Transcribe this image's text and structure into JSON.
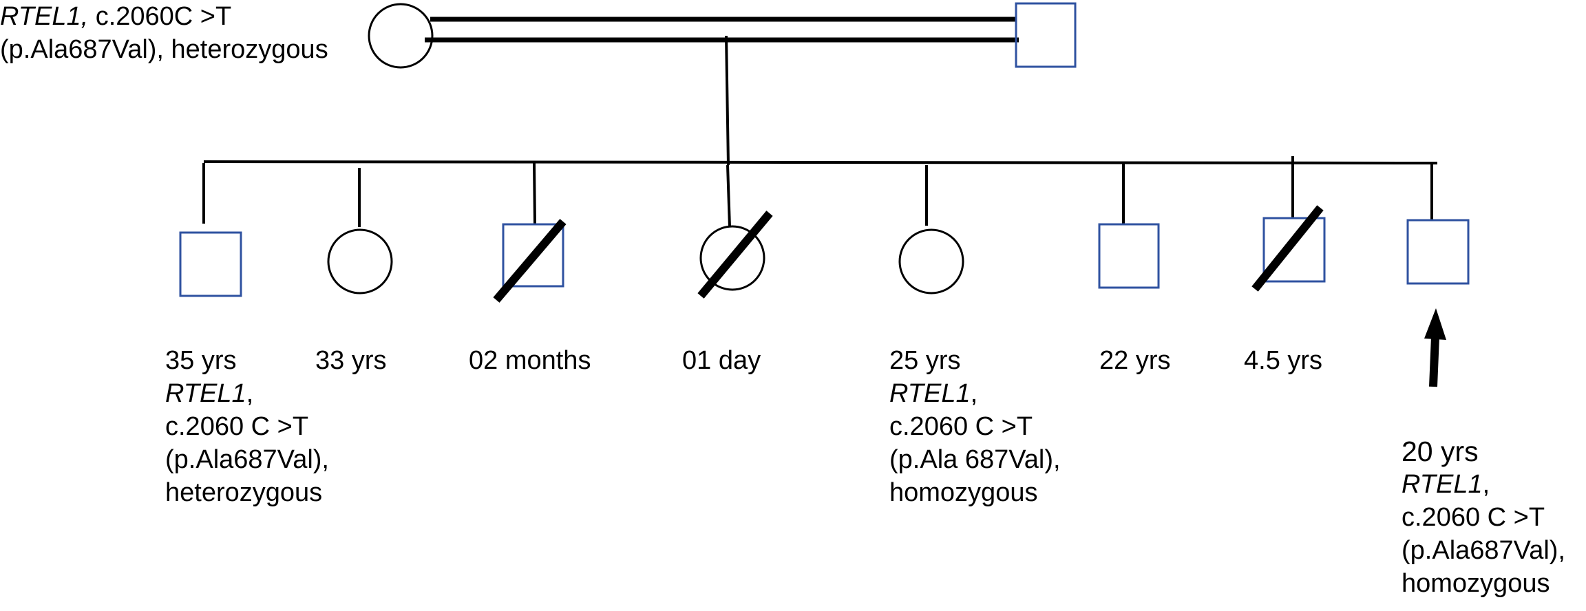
{
  "colors": {
    "line": "#000000",
    "male_outline": "#2f52a0",
    "female_outline": "#000000",
    "background": "#ffffff"
  },
  "parents": {
    "mother": {
      "gene": "RTEL1,",
      "variant": "c.2060C >T",
      "protein_zygosity": "(p.Ala687Val), heterozygous"
    }
  },
  "children": [
    {
      "age": "35 yrs",
      "gene": "RTEL1",
      "gene_suffix": ",",
      "variant": "c.2060 C >T",
      "protein": "(p.Ala687Val),",
      "zygosity": "heterozygous"
    },
    {
      "age": "33 yrs"
    },
    {
      "age": "02 months"
    },
    {
      "age": "01 day"
    },
    {
      "age": "25 yrs",
      "gene": "RTEL1",
      "gene_suffix": ",",
      "variant": "c.2060 C >T",
      "protein": "(p.Ala 687Val),",
      "zygosity": "homozygous"
    },
    {
      "age": "22 yrs"
    },
    {
      "age": "4.5 yrs"
    },
    {
      "age": "20 yrs",
      "gene": "RTEL1",
      "gene_suffix": ",",
      "variant": "c.2060 C >T",
      "protein": "(p.Ala687Val),",
      "zygosity": "homozygous",
      "proband": true
    }
  ]
}
